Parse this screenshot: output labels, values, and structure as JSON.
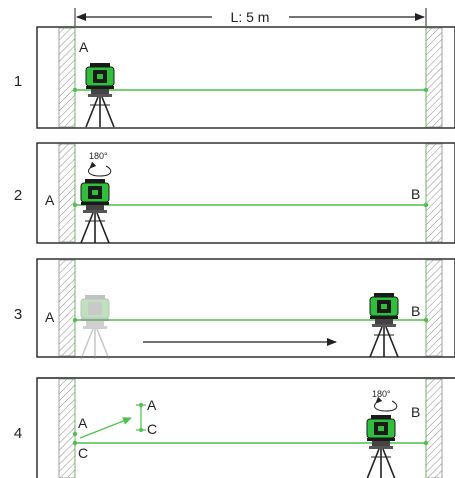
{
  "dimension": {
    "label": "L: 5 m"
  },
  "steps": [
    {
      "number": "1",
      "left_label": "A",
      "right_label": ""
    },
    {
      "number": "2",
      "left_label": "A",
      "right_label": "B",
      "rotation": "180°"
    },
    {
      "number": "3",
      "left_label": "A",
      "right_label": "B"
    },
    {
      "number": "4",
      "left_label_top": "A",
      "left_label_bottom": "C",
      "mid_label_top": "A",
      "mid_label_bottom": "C",
      "right_label": "B",
      "rotation": "180°"
    }
  ],
  "colors": {
    "laser": "#4cc24c",
    "device_green": "#2fbf3a",
    "device_dark": "#1a1a1a",
    "ghost": "#9bd79b",
    "outline": "#222222",
    "hatch": "#8a8a8a"
  }
}
